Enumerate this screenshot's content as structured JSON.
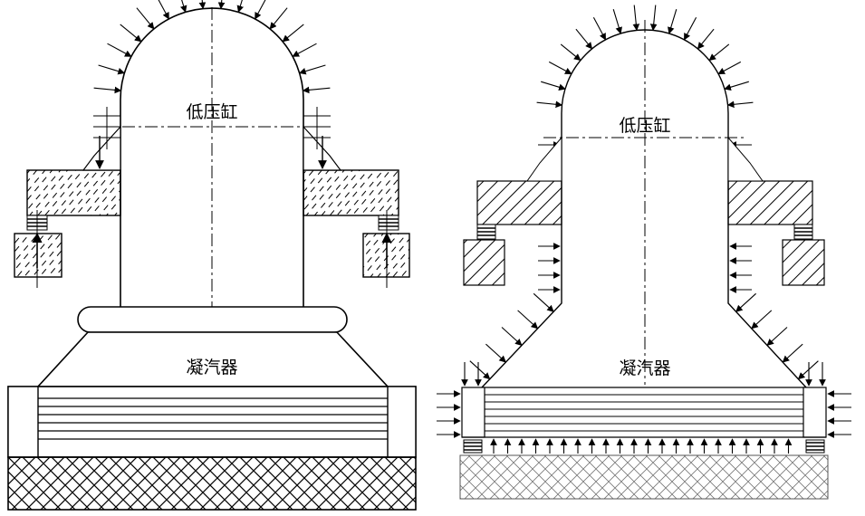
{
  "left_diagram": {
    "cylinder_label": "低压缸",
    "condenser_label": "凝汽器"
  },
  "right_diagram": {
    "cylinder_label": "低压缸",
    "condenser_label": "凝汽器"
  }
}
